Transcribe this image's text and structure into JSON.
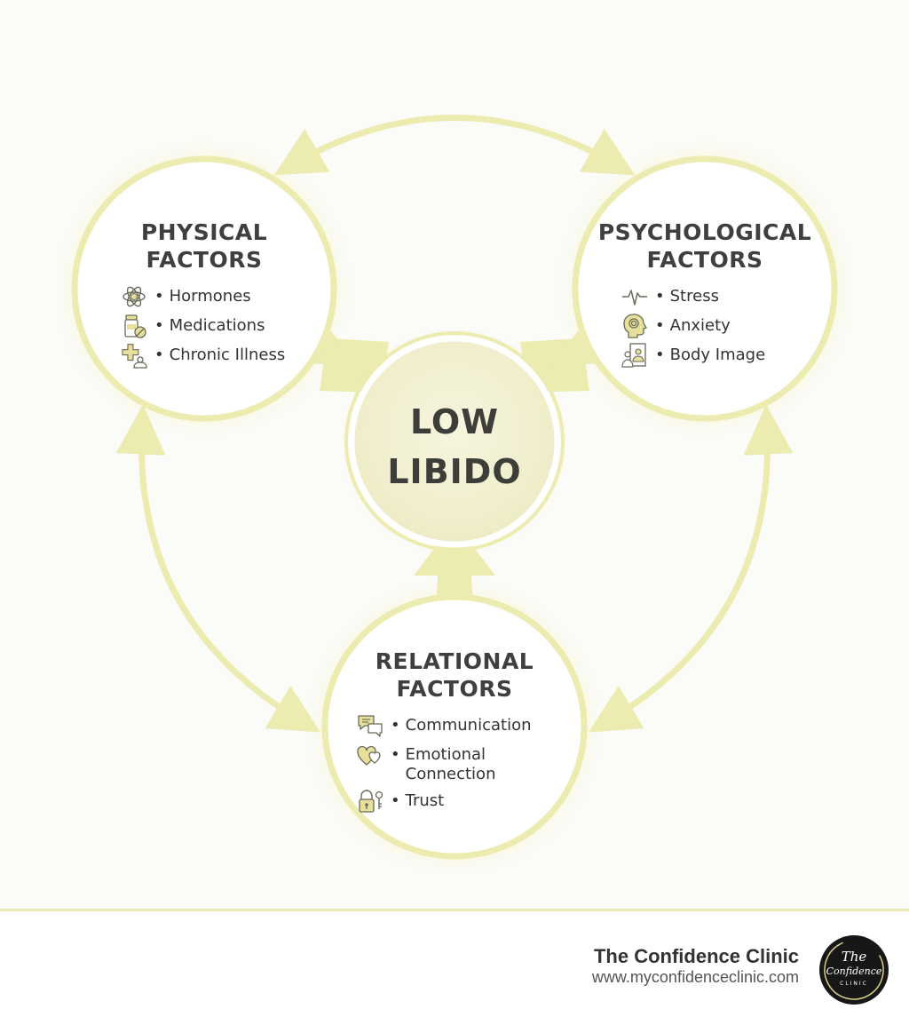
{
  "diagram": {
    "center": {
      "line1": "LOW",
      "line2": "LIBIDO"
    },
    "physical": {
      "title_line1": "PHYSICAL",
      "title_line2": "FACTORS",
      "items": [
        {
          "icon": "atom-icon",
          "text": "Hormones"
        },
        {
          "icon": "medication-bottle-icon",
          "text": "Medications"
        },
        {
          "icon": "medical-cross-icon",
          "text": "Chronic Illness"
        }
      ]
    },
    "psychological": {
      "title_line1": "PSYCHOLOGICAL",
      "title_line2": "FACTORS",
      "items": [
        {
          "icon": "heartbeat-line-icon",
          "text": "Stress"
        },
        {
          "icon": "head-spiral-icon",
          "text": "Anxiety"
        },
        {
          "icon": "mirror-person-icon",
          "text": "Body Image"
        }
      ]
    },
    "relational": {
      "title_line1": "RELATIONAL",
      "title_line2": "FACTORS",
      "items": [
        {
          "icon": "speech-bubbles-icon",
          "text": "Communication"
        },
        {
          "icon": "two-hearts-icon",
          "text": "Emotional\nConnection"
        },
        {
          "icon": "padlock-key-icon",
          "text": "Trust"
        }
      ]
    },
    "colors": {
      "ring": "#ecebb0",
      "center_fill": "#f2f1d2",
      "icon_fill": "#e6e09a",
      "icon_stroke": "#6a6a5a",
      "text": "#3f3f3f"
    }
  },
  "footer": {
    "brand_name": "The Confidence Clinic",
    "url": "www.myconfidenceclinic.com",
    "logo": {
      "text_script": "The Confidence",
      "text_small": "CLINIC"
    }
  }
}
